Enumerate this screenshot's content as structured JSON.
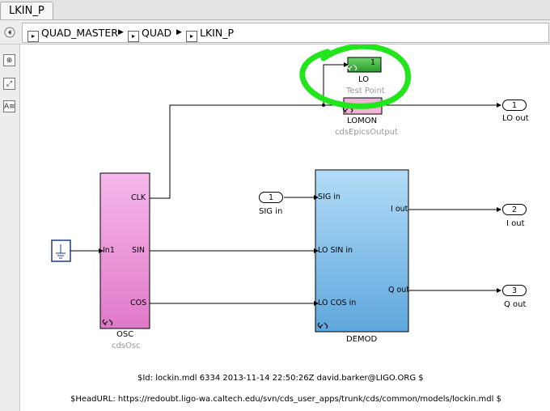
{
  "tab": {
    "label": "LKIN_P"
  },
  "breadcrumb": [
    "QUAD_MASTER",
    "QUAD",
    "LKIN_P"
  ],
  "blocks": {
    "lo": {
      "name": "LO",
      "type": "Test Point",
      "value": "1"
    },
    "lomon": {
      "name": "LOMON",
      "type": "cdsEpicsOutput"
    },
    "osc": {
      "name": "OSC",
      "type": "cdsOsc",
      "ports": {
        "in1": "In1",
        "clk": "CLK",
        "sin": "SIN",
        "cos": "COS"
      }
    },
    "demod": {
      "name": "DEMOD",
      "ports": {
        "sig_in": "SIG in",
        "lo_sin_in": "LO SIN in",
        "lo_cos_in": "LO COS in",
        "i_out": "I out",
        "q_out": "Q out"
      }
    }
  },
  "inports": [
    {
      "number": "1",
      "label": "SIG in"
    }
  ],
  "outports": [
    {
      "number": "1",
      "label": "LO out"
    },
    {
      "number": "2",
      "label": "I out"
    },
    {
      "number": "3",
      "label": "Q out"
    }
  ],
  "footer": {
    "id": "$Id: lockin.mdl 6334 2013-11-14 22:50:26Z david.barker@LIGO.ORG $",
    "headurl": "$HeadURL: https://redoubt.ligo-wa.caltech.edu/svn/cds_user_apps/trunk/cds/common/models/lockin.mdl $"
  },
  "colors": {
    "osc_fill": "#ee8fd8",
    "demod_fill": "#8fc8ef",
    "highlight": "#22e61c",
    "testpoint": "#3cb53c"
  },
  "icons": [
    "back-icon",
    "zoom-in-icon",
    "fit-view-icon",
    "text-icon",
    "link-icon"
  ]
}
